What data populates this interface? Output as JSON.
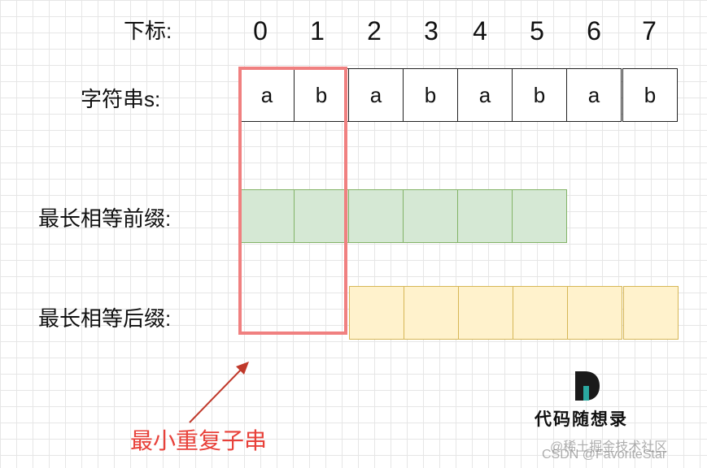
{
  "labels": {
    "index": "下标:",
    "string": "字符串s:",
    "prefix": "最长相等前缀:",
    "suffix": "最长相等后缀:"
  },
  "indices": [
    "0",
    "1",
    "2",
    "3",
    "4",
    "5",
    "6",
    "7"
  ],
  "string_chars": [
    "a",
    "b",
    "a",
    "b",
    "a",
    "b",
    "a",
    "b"
  ],
  "prefix_length": 6,
  "suffix_length": 6,
  "annotation": "最小重复子串",
  "logo": {
    "text": "代码随想录",
    "icon": "D-logo-icon"
  },
  "watermark": {
    "line1": "@稀土掘金技术社区",
    "line2": "CSDN @FavoriteStar"
  },
  "colors": {
    "prefix_fill": "#d5e8d4",
    "prefix_border": "#82b366",
    "suffix_fill": "#fff2cc",
    "suffix_border": "#d6b656",
    "highlight": "#f08080",
    "annotation": "#e8413a"
  }
}
